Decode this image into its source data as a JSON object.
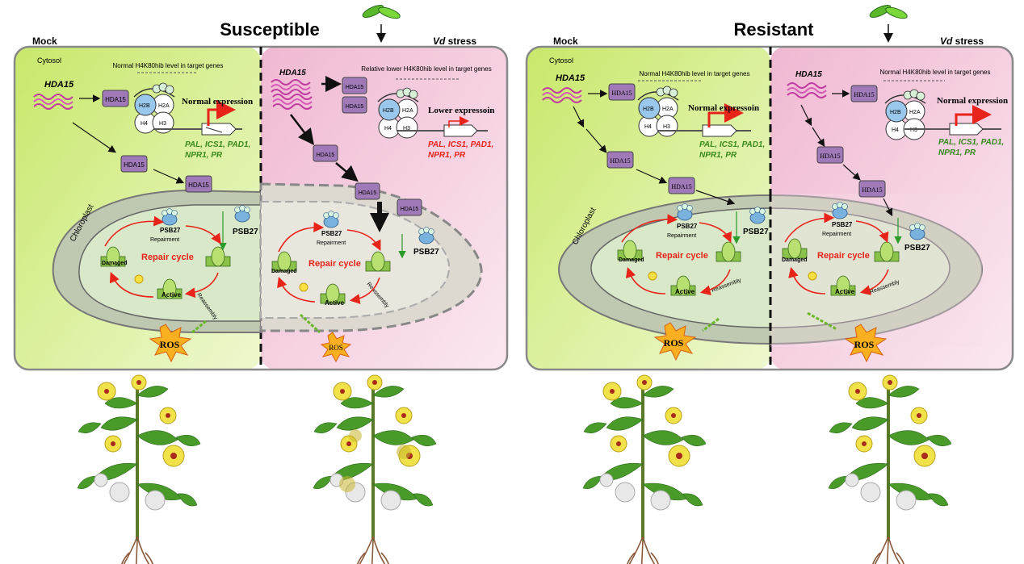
{
  "titles": {
    "susceptible": "Susceptible",
    "resistant": "Resistant"
  },
  "conditions": {
    "mock": "Mock",
    "vd_prefix": "Vd",
    "vd_suffix": " stress"
  },
  "labels": {
    "cytosol": "Cytosol",
    "chloroplast": "Chloroplast",
    "gene": "HDA15",
    "protein": "HDA15",
    "normal_level": "Normal H4K80hib level in target genes",
    "lower_level": "Relative lower H4K80hib level in target genes",
    "normal_expression": "Normal expression",
    "normal_expression_alt": "Normal expressoin",
    "lower_expression": "Lower expressoin",
    "target_genes_1": "PAL, ICS1, PAD1,",
    "target_genes_2": "NPR1, PR",
    "histones": {
      "h2b": "H2B",
      "h2a": "H2A",
      "h4": "H4",
      "h3": "H3"
    },
    "psb27": "PSB27",
    "repairment": "Repairment",
    "repair_cycle": "Repair cycle",
    "damaged": "Damaged",
    "active": "Active",
    "reassembly": "Reassembly",
    "ros": "ROS"
  },
  "colors": {
    "mock_bg": "#d8ef9a",
    "stress_bg": "#f4cfe0",
    "protein_fill": "#a07ab8",
    "repair_red": "#e8231a",
    "target_green": "#3a8a1e",
    "target_red": "#e8231a"
  }
}
